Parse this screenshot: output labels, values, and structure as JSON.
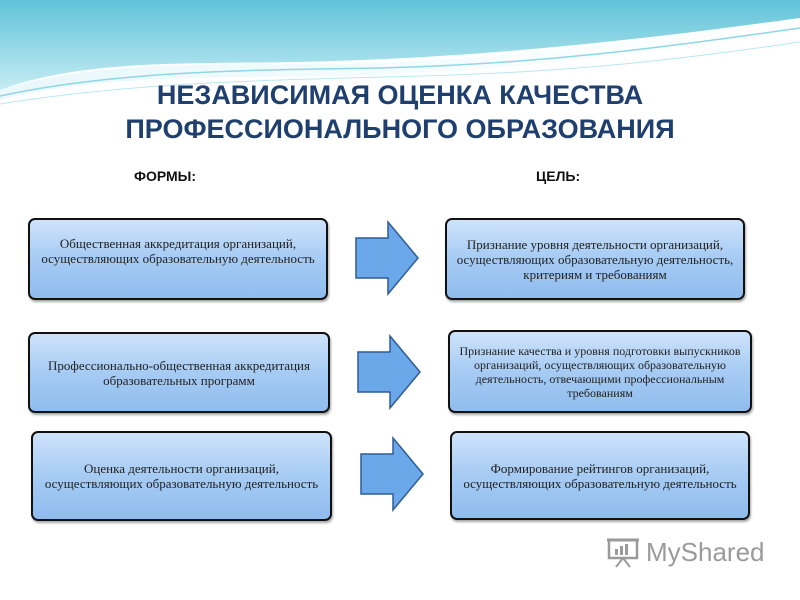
{
  "slide": {
    "title_line1": "НЕЗАВИСИМАЯ ОЦЕНКА КАЧЕСТВА",
    "title_line2": "ПРОФЕССИОНАЛЬНОГО ОБРАЗОВАНИЯ",
    "forms_header": "ФОРМЫ:",
    "goal_header": "ЦЕЛЬ:"
  },
  "rows": [
    {
      "form": "Общественная аккредитация организаций, осуществляющих образовательную деятельность",
      "goal": "Признание уровня деятельности организаций, осуществляющих образовательную деятельность, критериям и требованиям"
    },
    {
      "form": "Профессионально-общественная аккредитация образовательных программ",
      "goal": "Признание качества и уровня подготовки выпускников организаций, осуществляющих образовательную деятельность, отвечающими профессиональным требованиям"
    },
    {
      "form": "Оценка деятельности организаций, осуществляющих образовательную деятельность",
      "goal": "Формирование рейтингов организаций, осуществляющих образовательную деятельность"
    }
  ],
  "watermark": {
    "text": "MyShared",
    "icon": "presentation-board-icon"
  },
  "colors": {
    "title": "#1f3f6e",
    "box_fill": "#a9cdf4",
    "arrow_fill": "#6aa8ea"
  }
}
